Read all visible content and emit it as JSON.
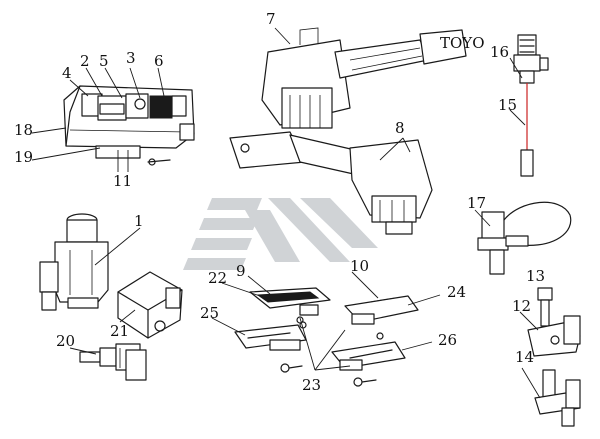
{
  "colors": {
    "line": "#1a1a1a",
    "watermark": "#c8ccd0",
    "accent": "#cc2222"
  },
  "callouts": [
    "1",
    "2",
    "3",
    "4",
    "5",
    "6",
    "7",
    "8",
    "9",
    "10",
    "11",
    "12",
    "13",
    "14",
    "15",
    "16",
    "17",
    "18",
    "19",
    "20",
    "21",
    "22",
    "23",
    "24",
    "25",
    "26"
  ],
  "part_label": "TOYO"
}
